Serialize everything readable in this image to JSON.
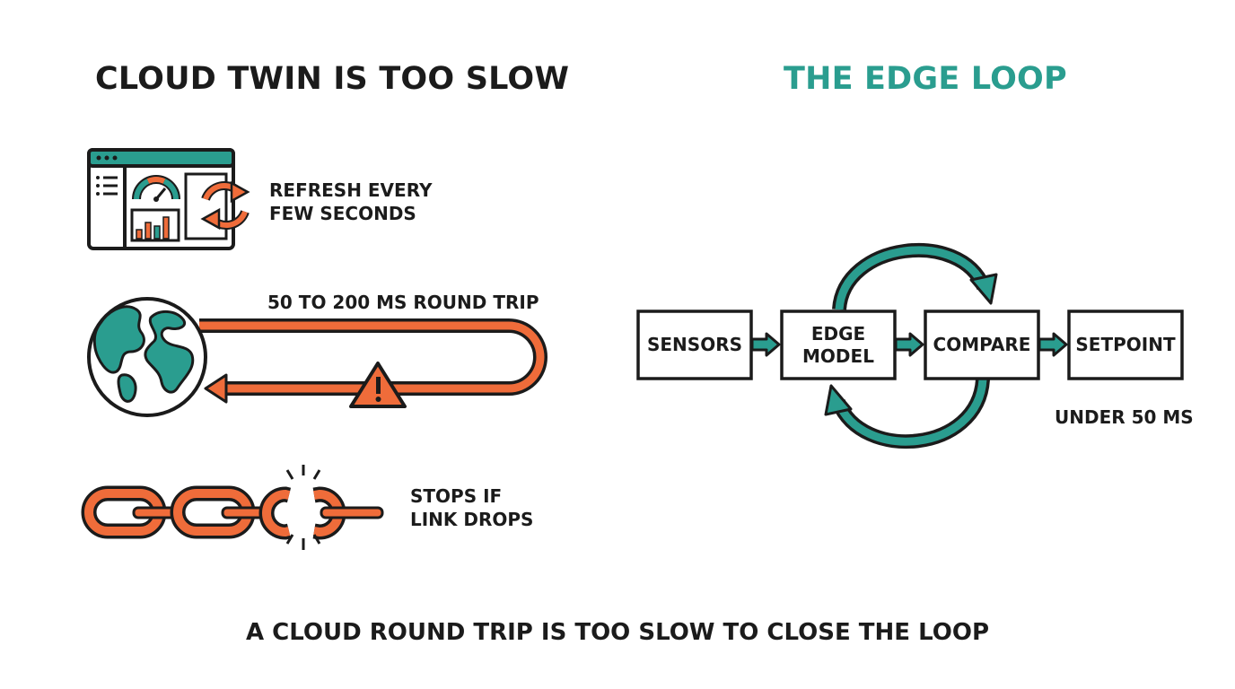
{
  "left_panel": {
    "title": "CLOUD TWIN IS TOO SLOW",
    "refresh_label_line1": "REFRESH EVERY",
    "refresh_label_line2": "FEW SECONDS",
    "latency_label": "50 TO 200 MS ROUND TRIP",
    "link_label_line1": "STOPS IF",
    "link_label_line2": "LINK DROPS"
  },
  "right_panel": {
    "title": "THE EDGE LOOP",
    "boxes": [
      {
        "line1": "SENSORS",
        "line2": ""
      },
      {
        "line1": "EDGE",
        "line2": "MODEL"
      },
      {
        "line1": "COMPARE",
        "line2": ""
      },
      {
        "line1": "SETPOINT",
        "line2": ""
      }
    ],
    "latency_label": "UNDER 50 MS"
  },
  "caption": "A CLOUD ROUND TRIP IS TOO SLOW TO CLOSE THE LOOP",
  "icons": [
    "dashboard-icon",
    "refresh-icon",
    "gauge-icon",
    "bar-chart-icon",
    "globe-icon",
    "warning-icon",
    "broken-chain-icon",
    "loop-arrow-icon"
  ],
  "colors": {
    "accent_teal": "#2a9d8f",
    "accent_orange": "#ef6c3a",
    "ink": "#1b1b1b",
    "background": "#ffffff"
  }
}
